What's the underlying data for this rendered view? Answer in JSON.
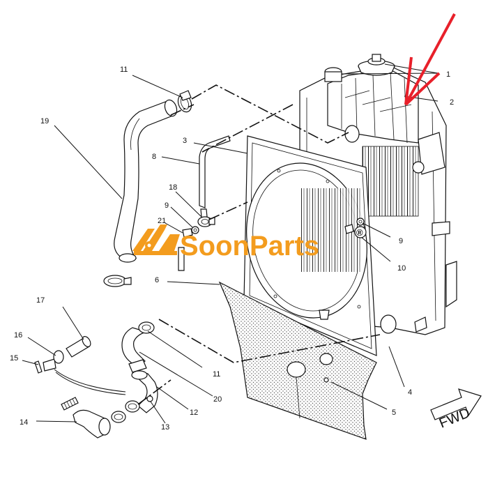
{
  "brand": {
    "name": "SoonParts",
    "registered_mark": "®",
    "color": "#f39c1e"
  },
  "arrow": {
    "color": "#e8202a"
  },
  "direction_label": "FWD",
  "callouts": [
    "1",
    "2",
    "3",
    "4",
    "5",
    "6",
    "8",
    "9",
    "9",
    "10",
    "11",
    "11",
    "12",
    "13",
    "14",
    "15",
    "16",
    "17",
    "18",
    "19",
    "20",
    "21"
  ]
}
